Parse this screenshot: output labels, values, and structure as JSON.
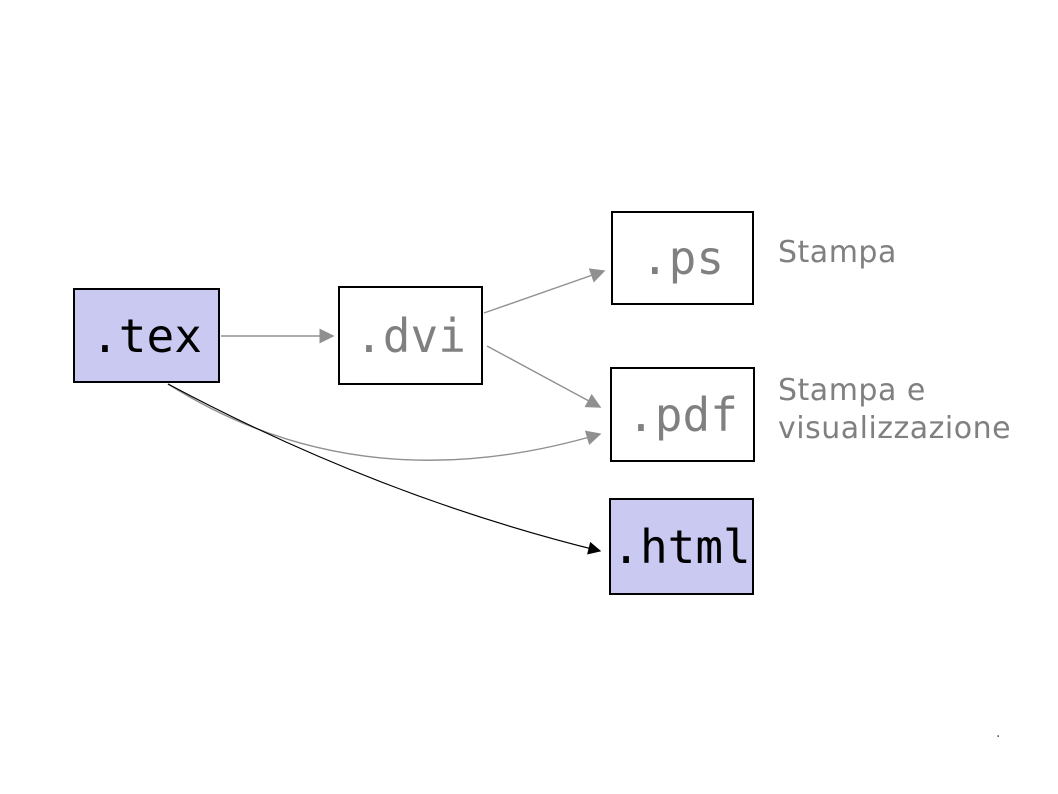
{
  "diagram": {
    "title_hint": "LaTeX output formats flow",
    "nodes": {
      "tex": {
        "label": ".tex",
        "emphasis": "highlighted"
      },
      "dvi": {
        "label": ".dvi",
        "emphasis": "plain"
      },
      "ps": {
        "label": ".ps",
        "emphasis": "plain"
      },
      "pdf": {
        "label": ".pdf",
        "emphasis": "plain"
      },
      "html": {
        "label": ".html",
        "emphasis": "highlighted"
      }
    },
    "annotations": {
      "ps_note": "Stampa",
      "pdf_note_line1": "Stampa e",
      "pdf_note_line2": "visualizzazione"
    },
    "edges": [
      {
        "from": ".tex",
        "to": ".dvi",
        "color": "#909090",
        "shape": "straight"
      },
      {
        "from": ".dvi",
        "to": ".ps",
        "color": "#909090",
        "shape": "straight"
      },
      {
        "from": ".dvi",
        "to": ".pdf",
        "color": "#909090",
        "shape": "straight"
      },
      {
        "from": ".tex",
        "to": ".pdf",
        "color": "#909090",
        "shape": "curved"
      },
      {
        "from": ".tex",
        "to": ".html",
        "color": "#000000",
        "shape": "curved"
      }
    ],
    "colors": {
      "background": "#ffffff",
      "node_highlight_fill": "#c9c9f2",
      "node_plain_fill": "#ffffff",
      "node_border": "#000000",
      "muted_text": "#808080",
      "gray_arrow": "#909090",
      "black_arrow": "#000000"
    }
  },
  "stray_mark": "."
}
